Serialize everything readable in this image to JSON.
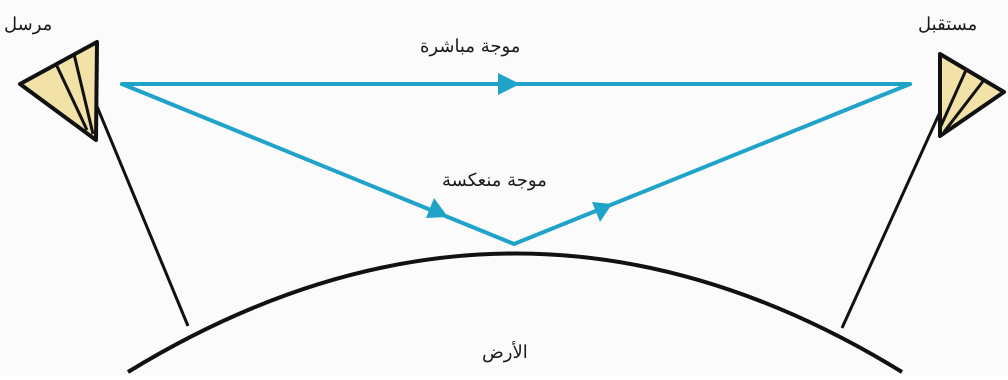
{
  "labels": {
    "transmitter": "مرسل",
    "receiver": "مستقبل",
    "direct_wave": "موجة مباشرة",
    "reflected_wave": "موجة منعكسة",
    "earth": "الأرض"
  },
  "colors": {
    "wave": "#1fa3c9",
    "antenna_fill": "#f2e2a8",
    "line": "#111111",
    "background": "#fbfbfb"
  }
}
